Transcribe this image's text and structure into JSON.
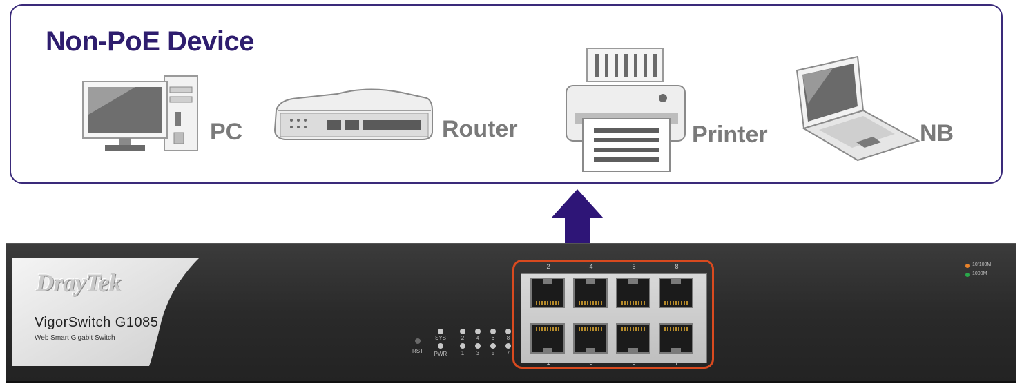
{
  "panel": {
    "title": "Non-PoE Device",
    "devices": [
      {
        "label": "PC",
        "icon": "pc-icon"
      },
      {
        "label": "Router",
        "icon": "router-icon"
      },
      {
        "label": "Printer",
        "icon": "printer-icon"
      },
      {
        "label": "NB",
        "icon": "notebook-icon"
      }
    ]
  },
  "switch": {
    "brand": "DrayTek",
    "model": "VigorSwitch G1085",
    "subtitle": "Web Smart Gigabit Switch",
    "rst_label": "RST",
    "sys_label": "SYS",
    "pwr_label": "PWR",
    "led_top_numbers": [
      "2",
      "4",
      "6",
      "8"
    ],
    "led_bottom_numbers": [
      "1",
      "3",
      "5",
      "7"
    ],
    "port_top_numbers": [
      "2",
      "4",
      "6",
      "8"
    ],
    "port_bottom_numbers": [
      "1",
      "3",
      "5",
      "7"
    ],
    "legend": [
      {
        "text": "10/100M",
        "color": "#e8822a"
      },
      {
        "text": "1000M",
        "color": "#2aa84a"
      }
    ]
  },
  "colors": {
    "arrow": "#2e1577",
    "highlight_frame": "#d94a1f",
    "panel_border": "#3a2a7a"
  }
}
